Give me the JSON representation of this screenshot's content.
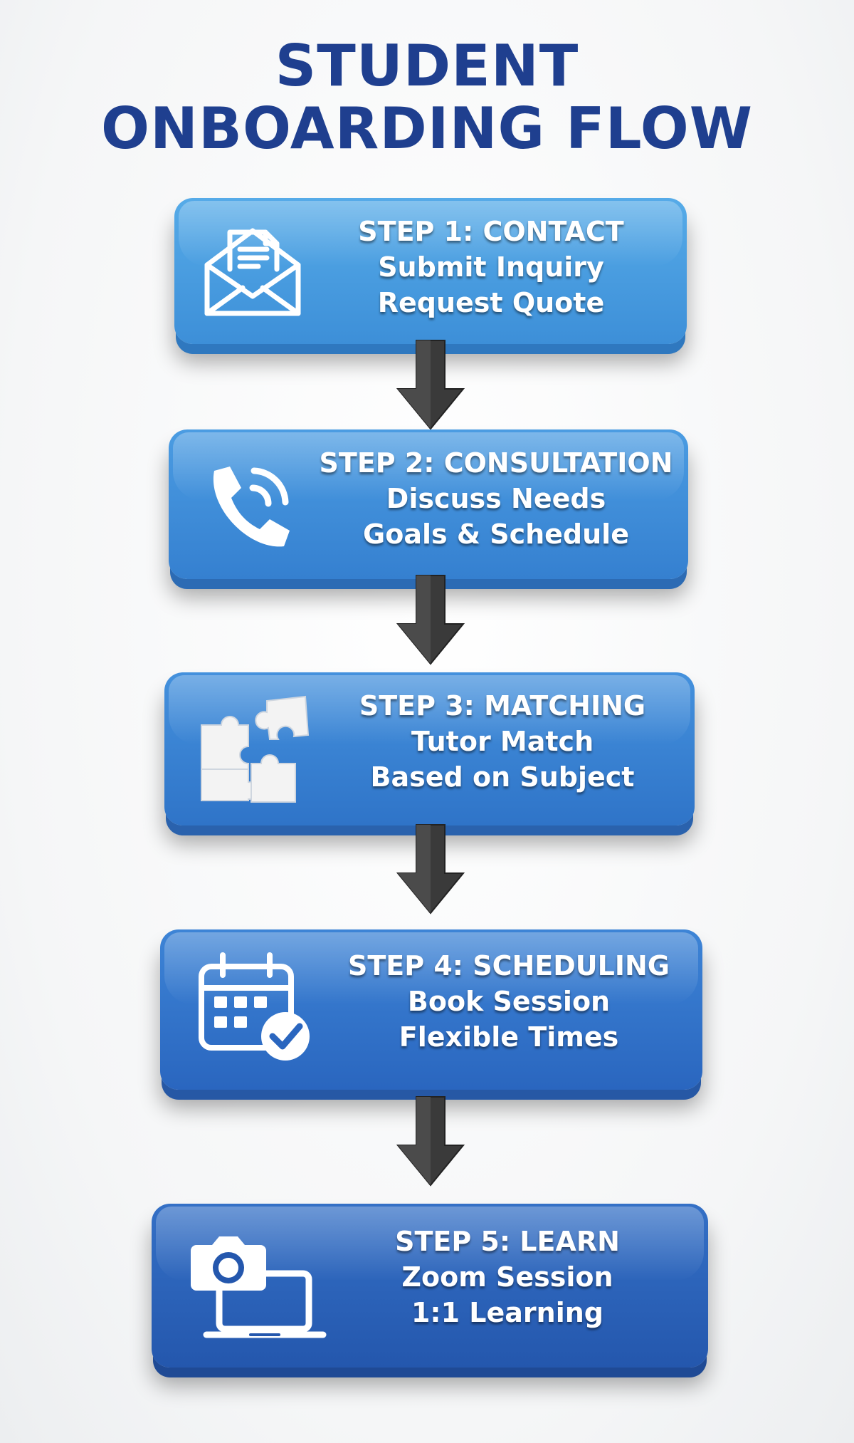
{
  "title": {
    "line1": "STUDENT",
    "line2": "ONBOARDING FLOW"
  },
  "colors": {
    "title": "#1f3f8f",
    "arrow": "#3a3a3a",
    "card_top": "#4a9fe0",
    "card_bottom": "#2a55b0"
  },
  "steps": [
    {
      "heading": "STEP 1: CONTACT",
      "line1": "Submit Inquiry",
      "line2": "Request Quote",
      "icon": "envelope-icon"
    },
    {
      "heading": "STEP 2: CONSULTATION",
      "line1": "Discuss Needs",
      "line2": "Goals & Schedule",
      "icon": "phone-icon"
    },
    {
      "heading": "STEP 3: MATCHING",
      "line1": "Tutor Match",
      "line2": "Based on Subject",
      "icon": "puzzle-icon"
    },
    {
      "heading": "STEP 4: SCHEDULING",
      "line1": "Book Session",
      "line2": "Flexible Times",
      "icon": "calendar-check-icon"
    },
    {
      "heading": "STEP 5: LEARN",
      "line1": "Zoom Session",
      "line2": "1:1 Learning",
      "icon": "camera-laptop-icon"
    }
  ]
}
